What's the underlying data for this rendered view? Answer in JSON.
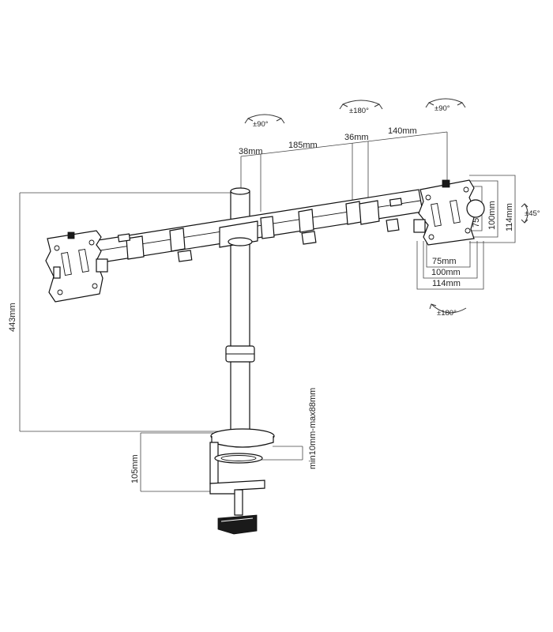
{
  "dimensions": {
    "d38": "38mm",
    "d185": "185mm",
    "d36": "36mm",
    "d140": "140mm",
    "d443": "443mm",
    "d105": "105mm",
    "clamp_range": "min10mm-max88mm",
    "vesa_75_h": "75mm",
    "vesa_100_h": "100mm",
    "vesa_114_h": "114mm",
    "vesa_75_v": "75mm",
    "vesa_100_v": "100mm",
    "vesa_114_v": "114mm"
  },
  "rotations": {
    "arm_left": "±90°",
    "arm_mid": "±180°",
    "arm_right": "±90°",
    "tilt": "±45°",
    "swivel_bottom": "±180°"
  },
  "colors": {
    "line": "#111111",
    "dimension": "#444444",
    "background": "#ffffff"
  }
}
